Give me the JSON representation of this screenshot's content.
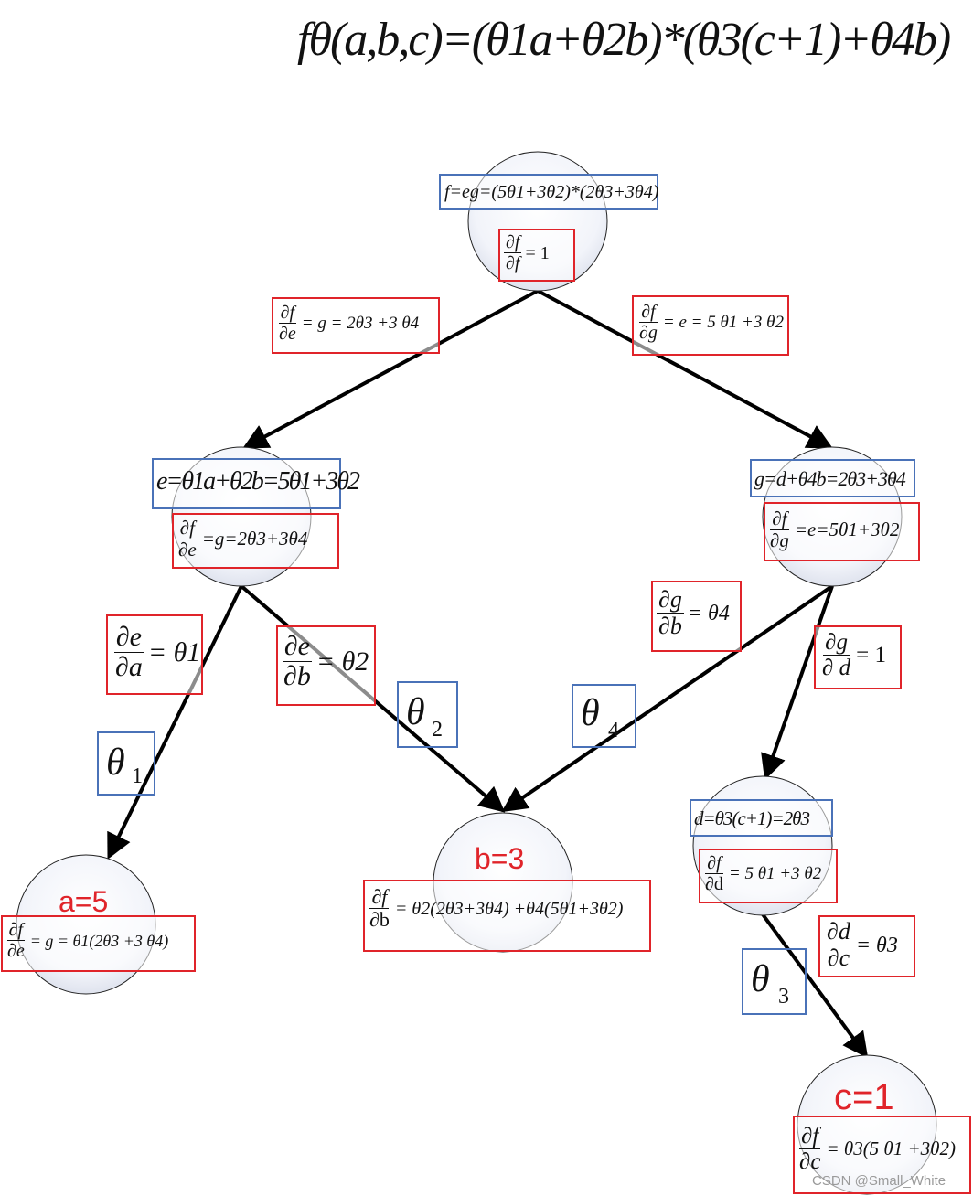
{
  "title_formula": "fθ(a,b,c)=(θ1a+θ2b)*(θ3(c+1)+θ4b)",
  "root": {
    "value_box": "f=eg=(5θ1+3θ2)*(2θ3+3θ4)",
    "grad_num": "∂f",
    "grad_den": "∂f",
    "grad_rhs": "= 1"
  },
  "edge_root_e": {
    "num": "∂f",
    "den": "∂e",
    "rhs": "= g = 2θ3 +3 θ4"
  },
  "edge_root_g": {
    "num": "∂f",
    "den": "∂g",
    "rhs": "= e = 5 θ1 +3 θ2"
  },
  "node_e": {
    "value_box": "e=θ1a+θ2b=5θ1+3θ2",
    "grad_num": "∂f",
    "grad_den": "∂e",
    "grad_rhs": "=g=2θ3+3θ4"
  },
  "node_g": {
    "value_box": "g=d+θ4b=2θ3+3θ4",
    "grad_num": "∂f",
    "grad_den": "∂g",
    "grad_rhs": "=e=5θ1+3θ2"
  },
  "edge_e_a": {
    "num": "∂e",
    "den": "∂a",
    "rhs": "= θ1"
  },
  "edge_e_b": {
    "num": "∂e",
    "den": "∂b",
    "rhs": "= θ2"
  },
  "edge_g_b": {
    "num": "∂g",
    "den": "∂b",
    "rhs": "= θ4"
  },
  "edge_g_d": {
    "num": "∂g",
    "den": "∂ d",
    "rhs": "= 1"
  },
  "weight_theta1": {
    "sym": "θ",
    "sub": "1"
  },
  "weight_theta2": {
    "sym": "θ",
    "sub": "2"
  },
  "weight_theta4": {
    "sym": "θ",
    "sub": "4"
  },
  "weight_theta3": {
    "sym": "θ",
    "sub": "3"
  },
  "node_a": {
    "label": "a=5",
    "grad_num": "∂f",
    "grad_den": "∂e",
    "grad_rhs": "= g = θ1(2θ3 +3 θ4)"
  },
  "node_b": {
    "label": "b=3",
    "grad_num": "∂f",
    "grad_den": "∂b",
    "grad_rhs": "= θ2(2θ3+3θ4) +θ4(5θ1+3θ2)"
  },
  "node_d": {
    "value_box": "d=θ3(c+1)=2θ3",
    "grad_num": "∂f",
    "grad_den": "∂d",
    "grad_rhs": "= 5 θ1 +3 θ2"
  },
  "edge_d_c": {
    "num": "∂d",
    "den": "∂c",
    "rhs": "= θ3"
  },
  "node_c": {
    "label": "c=1",
    "grad_num": "∂f",
    "grad_den": "∂c",
    "grad_rhs": "= θ3(5 θ1 +3θ2)"
  },
  "watermark": "CSDN @Small_White"
}
